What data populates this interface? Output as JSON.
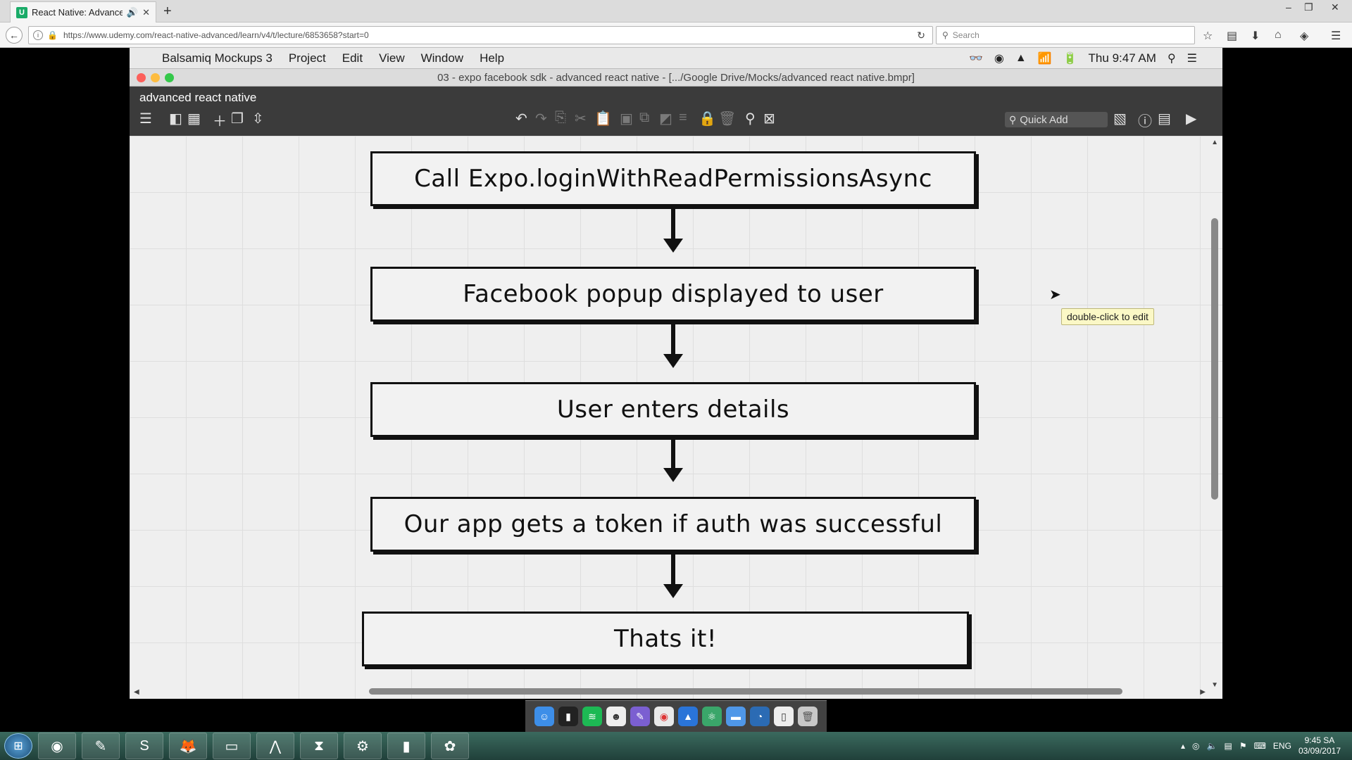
{
  "browser": {
    "tab_title": "React Native: Advanced",
    "tab_favicon": "U",
    "url": "https://www.udemy.com/react-native-advanced/learn/v4/t/lecture/6853658?start=0",
    "search_placeholder": "Search"
  },
  "mac": {
    "menus": [
      "Balsamiq Mockups 3",
      "Project",
      "Edit",
      "View",
      "Window",
      "Help"
    ],
    "clock": "Thu 9:47 AM",
    "window_title": "03 - expo facebook sdk - advanced react native - [.../Google Drive/Mocks/advanced react native.bmpr]",
    "project_name": "advanced react native",
    "quick_add": "Quick Add"
  },
  "diagram": {
    "steps": [
      "Call Expo.loginWithReadPermissionsAsync",
      "Facebook popup displayed to user",
      "User enters details",
      "Our app gets a token if auth was successful",
      "Thats it!"
    ],
    "tooltip": "double-click to edit"
  },
  "taskbar": {
    "language": "ENG",
    "time": "9:45 SA",
    "date": "03/09/2017"
  },
  "colors": {
    "canvas": "#efefef",
    "toolbar": "#3b3b3b",
    "taskbar": "#2d5a50"
  }
}
